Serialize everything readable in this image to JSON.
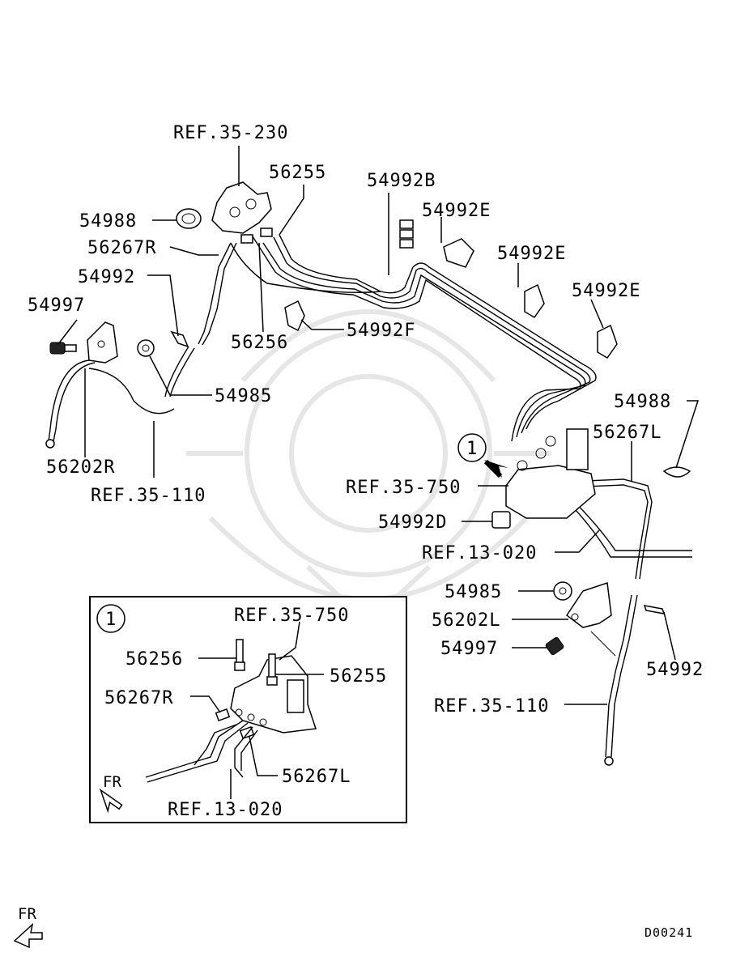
{
  "labels": {
    "ref_35_230": "REF.35-230",
    "p56255": "56255",
    "p54992B": "54992B",
    "p54992E_1": "54992E",
    "p54988_left": "54988",
    "p56267R": "56267R",
    "p54992E_2": "54992E",
    "p54992_left": "54992",
    "p54992E_3": "54992E",
    "p54997_left": "54997",
    "p54992F": "54992F",
    "p56256": "56256",
    "p54985_left": "54985",
    "p54988_right": "54988",
    "p56267L": "56267L",
    "p56202R": "56202R",
    "ref_35_110_left": "REF.35-110",
    "ref_35_750": "REF.35-750",
    "p54992D": "54992D",
    "ref_13_020": "REF.13-020",
    "p54985_right": "54985",
    "p56202L": "56202L",
    "p54997_right": "54997",
    "p54992_right": "54992",
    "ref_35_110_right": "REF.35-110",
    "callout": "1"
  },
  "inset": {
    "callout": "1",
    "ref_35_750": "REF.35-750",
    "p56256": "56256",
    "p56255": "56255",
    "p56267R": "56267R",
    "p56267L": "56267L",
    "ref_13_020": "REF.13-020",
    "fr": "FR"
  },
  "footer": {
    "fr": "FR",
    "diagram_id": "D00241"
  }
}
